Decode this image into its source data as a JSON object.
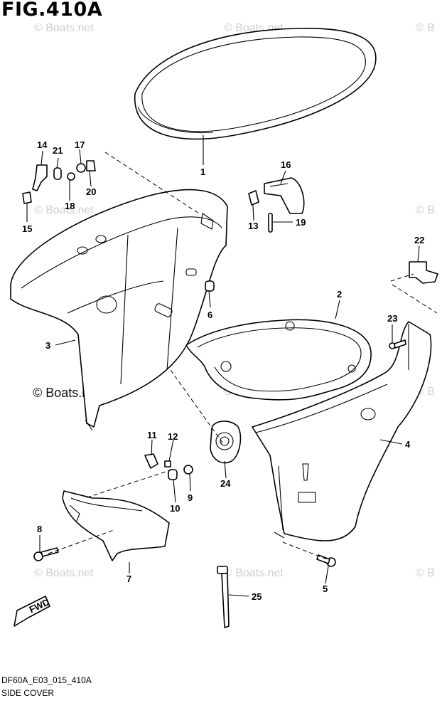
{
  "figure": {
    "title": "FIG.410A",
    "drawing_code": "DF60A_E03_015_410A",
    "caption": "SIDE COVER"
  },
  "watermark": {
    "text_small": "© Boats.net",
    "text_large": "© Boats.net",
    "text_clipped": "© B"
  },
  "fwd_label": "FWD",
  "callouts": {
    "p1": "1",
    "p2": "2",
    "p3": "3",
    "p4": "4",
    "p5": "5",
    "p6": "6",
    "p7": "7",
    "p8": "8",
    "p9": "9",
    "p10": "10",
    "p11": "11",
    "p12": "12",
    "p13": "13",
    "p14": "14",
    "p15": "15",
    "p16": "16",
    "p17": "17",
    "p18": "18",
    "p19": "19",
    "p20": "20",
    "p21": "21",
    "p22": "22",
    "p23": "23",
    "p24": "24",
    "p25": "25"
  }
}
